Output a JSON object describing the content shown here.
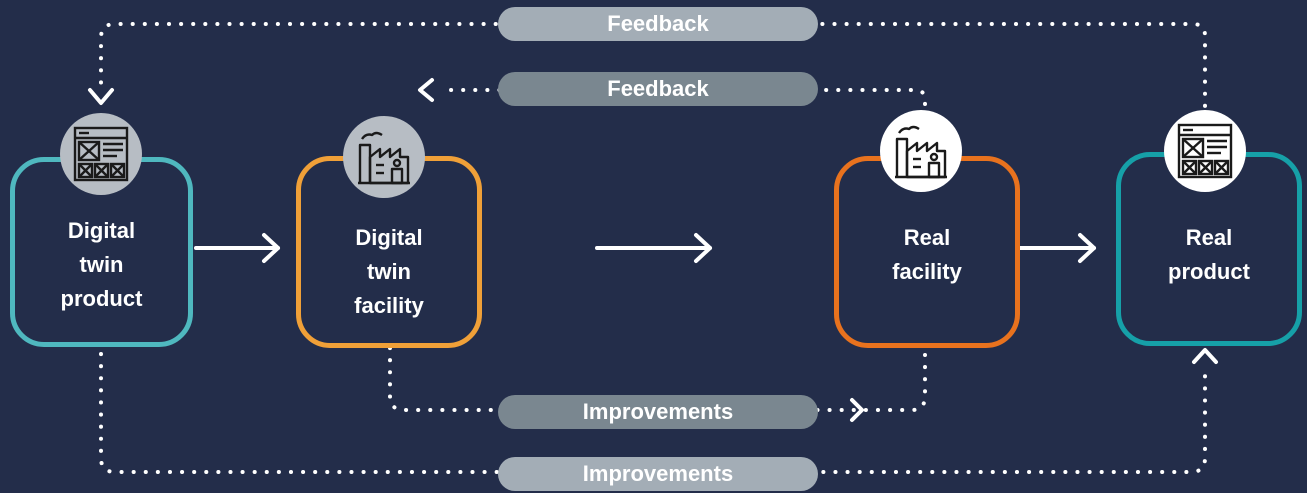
{
  "feedback_outer": "Feedback",
  "feedback_inner": "Feedback",
  "improvements_inner": "Improvements",
  "improvements_outer": "Improvements",
  "nodes": {
    "digital_twin_product": {
      "lines": [
        "Digital",
        "twin",
        "product"
      ],
      "color": "#4fb8bf",
      "icon": "product-blueprint-icon"
    },
    "digital_twin_facility": {
      "lines": [
        "Digital",
        "twin",
        "facility"
      ],
      "color": "#f0a038",
      "icon": "factory-icon"
    },
    "real_facility": {
      "lines": [
        "Real",
        "facility"
      ],
      "color": "#e8721e",
      "icon": "factory-icon"
    },
    "real_product": {
      "lines": [
        "Real",
        "product"
      ],
      "color": "#16a0a8",
      "icon": "product-blueprint-icon"
    }
  },
  "colors": {
    "background": "#232d4a",
    "pill_light": "#a3adb6",
    "pill_dark": "#7a8790",
    "icon_grey": "#b7bdc4",
    "icon_white": "#ffffff"
  }
}
